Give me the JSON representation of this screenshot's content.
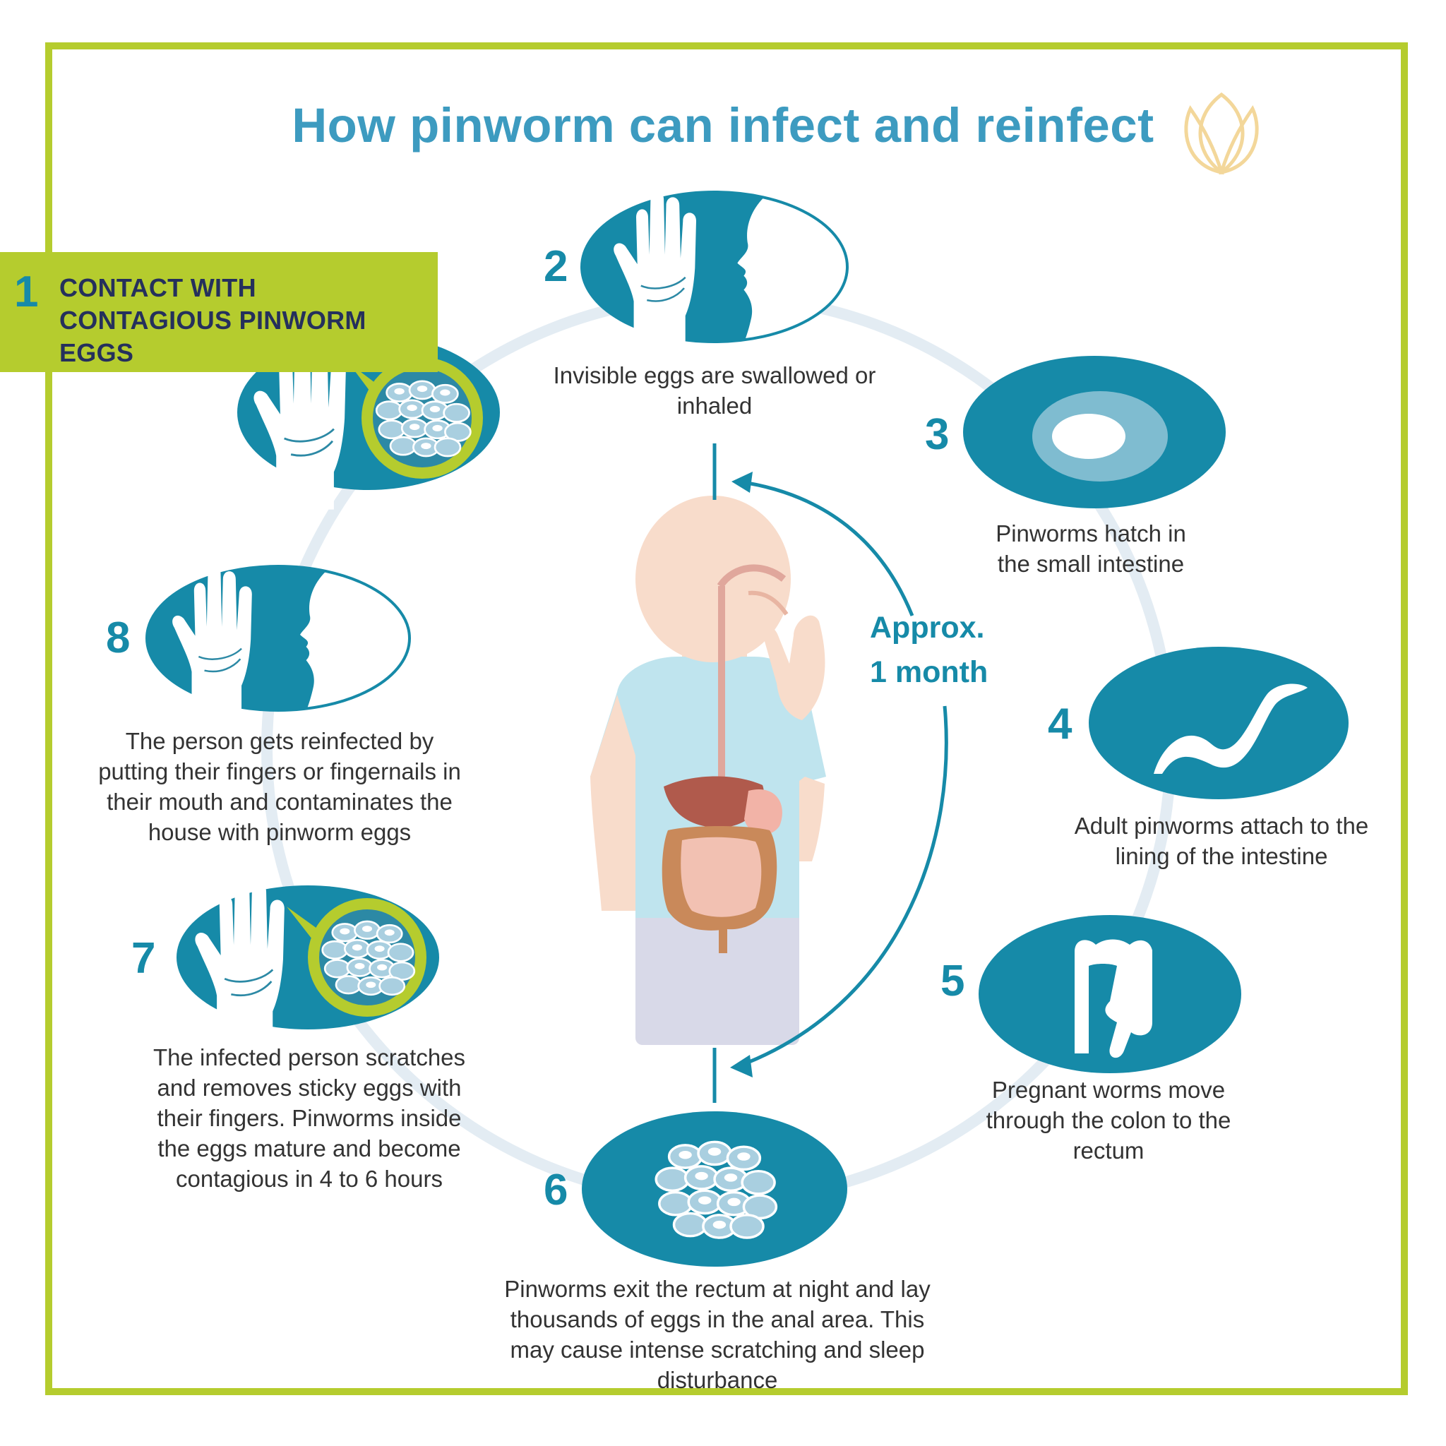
{
  "title": "How pinworm can infect and reinfect",
  "colors": {
    "teal": "#168aa8",
    "lime": "#b5cc2e",
    "title_blue": "#3d9bc0",
    "ring": "#e3ecf3",
    "text": "#333333"
  },
  "cycle_label": {
    "line1": "Approx.",
    "line2": "1 month"
  },
  "steps": [
    {
      "number": "1",
      "title": "CONTACT WITH CONTAGIOUS PINWORM EGGS",
      "icon": "hand-with-eggs-icon"
    },
    {
      "number": "2",
      "caption": "Invisible eggs are swallowed or inhaled",
      "icon": "hand-to-mouth-icon"
    },
    {
      "number": "3",
      "caption": "Pinworms hatch in the small intestine",
      "icon": "hatching-egg-icon"
    },
    {
      "number": "4",
      "caption": "Adult pinworms attach to the lining of the intestine",
      "icon": "worm-icon"
    },
    {
      "number": "5",
      "caption": "Pregnant worms move through the colon to the rectum",
      "icon": "colon-icon"
    },
    {
      "number": "6",
      "caption": "Pinworms exit the rectum at night and lay thousands of eggs in the anal area. This may cause intense scratching and sleep disturbance",
      "icon": "egg-cluster-icon"
    },
    {
      "number": "7",
      "caption": "The infected person scratches and removes sticky eggs with their fingers. Pinworms inside the eggs mature and become contagious in 4 to 6 hours",
      "icon": "hand-with-eggs-icon"
    },
    {
      "number": "8",
      "caption": "The person gets reinfected by putting their fingers or fingernails in their mouth and contaminates the house with pinworm eggs",
      "icon": "hand-to-mouth-icon"
    }
  ]
}
